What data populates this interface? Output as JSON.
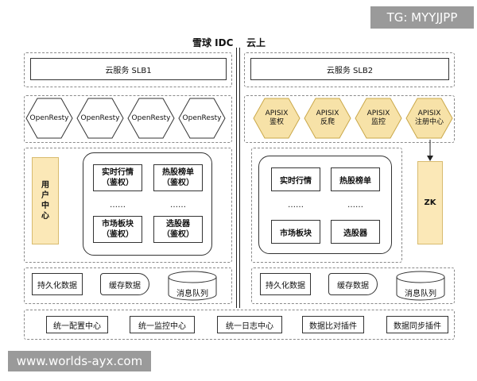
{
  "header": {
    "left": "雪球 IDC",
    "right": "云上"
  },
  "watermarks": {
    "top_right": "TG: MYYJJPP",
    "bottom_left": "www.worlds-ayx.com"
  },
  "left": {
    "slb": "云服务 SLB1",
    "gateways": [
      "OpenResty",
      "OpenResty",
      "OpenResty",
      "OpenResty"
    ],
    "user_center": [
      "用",
      "户",
      "中",
      "心"
    ],
    "services": [
      "实时行情\n（鉴权）",
      "热股榜单\n（鉴权）",
      "市场板块\n（鉴权）",
      "选股器\n（鉴权）"
    ],
    "dots": [
      "……",
      "……"
    ],
    "storage": {
      "persist": "持久化数据",
      "cache": "缓存数据",
      "queue": "消息队列"
    }
  },
  "right": {
    "slb": "云服务 SLB2",
    "gateways": [
      "APISIX\n鉴权",
      "APISIX\n反爬",
      "APISIX\n监控",
      "APISIX\n注册中心"
    ],
    "services": [
      "实时行情",
      "热股榜单",
      "市场板块",
      "选股器"
    ],
    "dots": [
      "……",
      "……"
    ],
    "zk": "ZK",
    "storage": {
      "persist": "持久化数据",
      "cache": "缓存数据",
      "queue": "消息队列"
    }
  },
  "bottom": [
    "统一配置中心",
    "统一监控中心",
    "统一日志中心",
    "数据比对插件",
    "数据同步插件"
  ],
  "colors": {
    "apisix_fill": "#f7e2a8",
    "apisix_stroke": "#caa84a",
    "user_center_fill": "#fbe8b7",
    "zk_fill": "#fbe8b7",
    "watermark": "#9a9a9a"
  }
}
